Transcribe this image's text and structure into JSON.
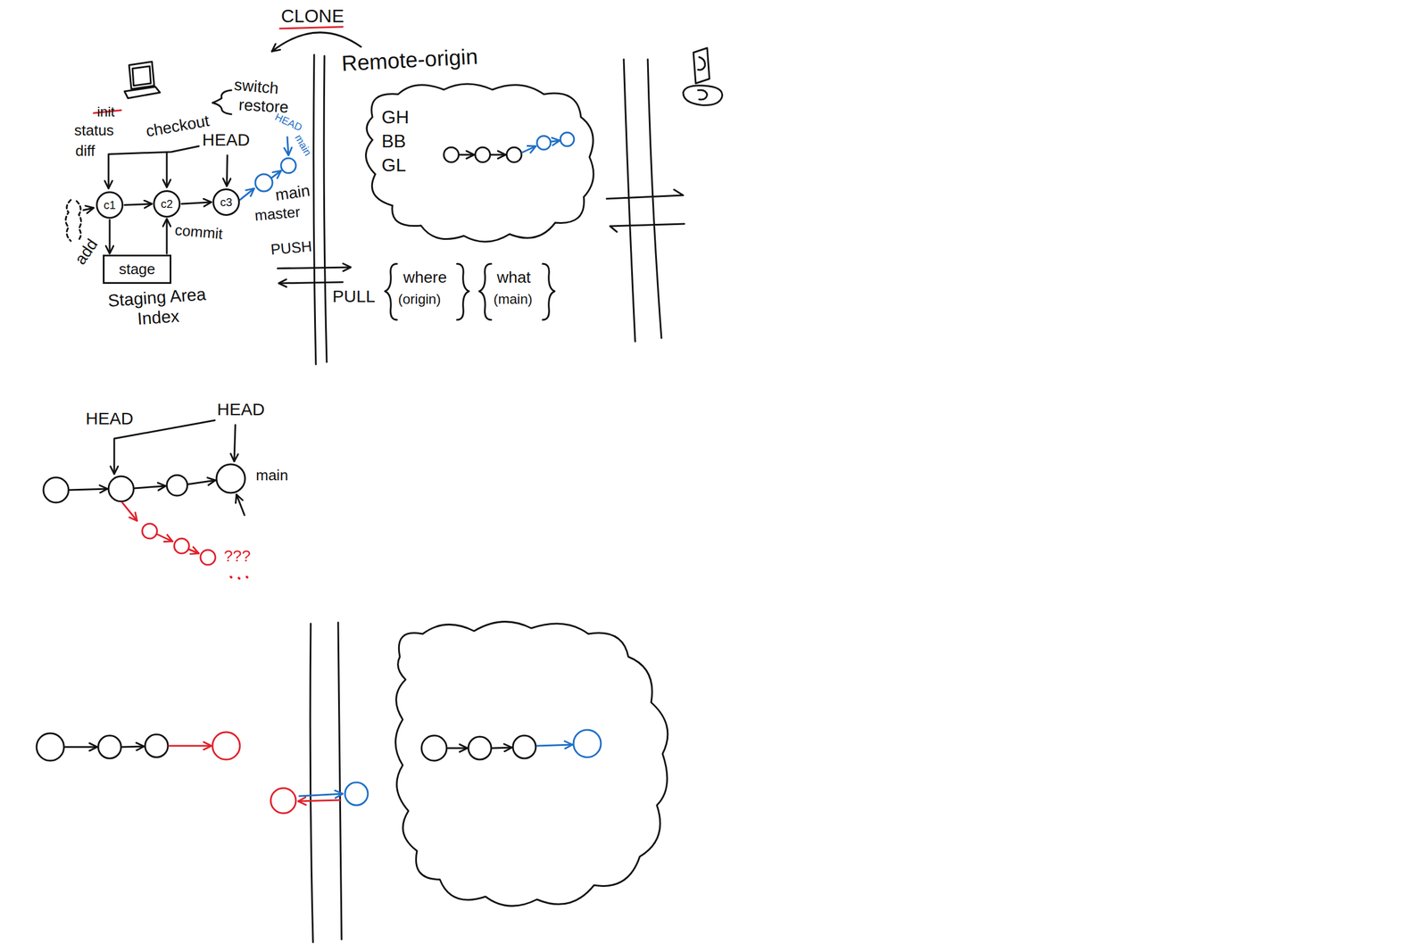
{
  "diagram": {
    "nodes": [
      {
        "text": [
          "c1"
        ]
      },
      {
        "text": [
          "c2"
        ]
      },
      {
        "text": [
          "c3"
        ]
      },
      {
        "text": [
          "stage"
        ]
      },
      {
        "text": [
          "GH",
          "BB",
          "GL"
        ]
      }
    ],
    "edges": [
      {
        "from": 0,
        "to": 1,
        "arrow": "to"
      },
      {
        "from": 1,
        "to": 2,
        "arrow": "to"
      },
      {
        "from": 0,
        "to": 3,
        "arrow": "to",
        "label": "add"
      },
      {
        "from": 3,
        "to": 1,
        "arrow": "to",
        "label": "commit"
      }
    ],
    "labels": [
      "CLONE",
      "Remote-origin",
      "init",
      "status",
      "diff",
      "checkout",
      "switch",
      "restore",
      "HEAD",
      "HEAD",
      "main",
      "main",
      "master",
      "Staging Area Index",
      "PUSH",
      "PULL",
      "where",
      "(origin)",
      "what",
      "(main)",
      "HEAD",
      "HEAD",
      "main",
      "???"
    ]
  }
}
